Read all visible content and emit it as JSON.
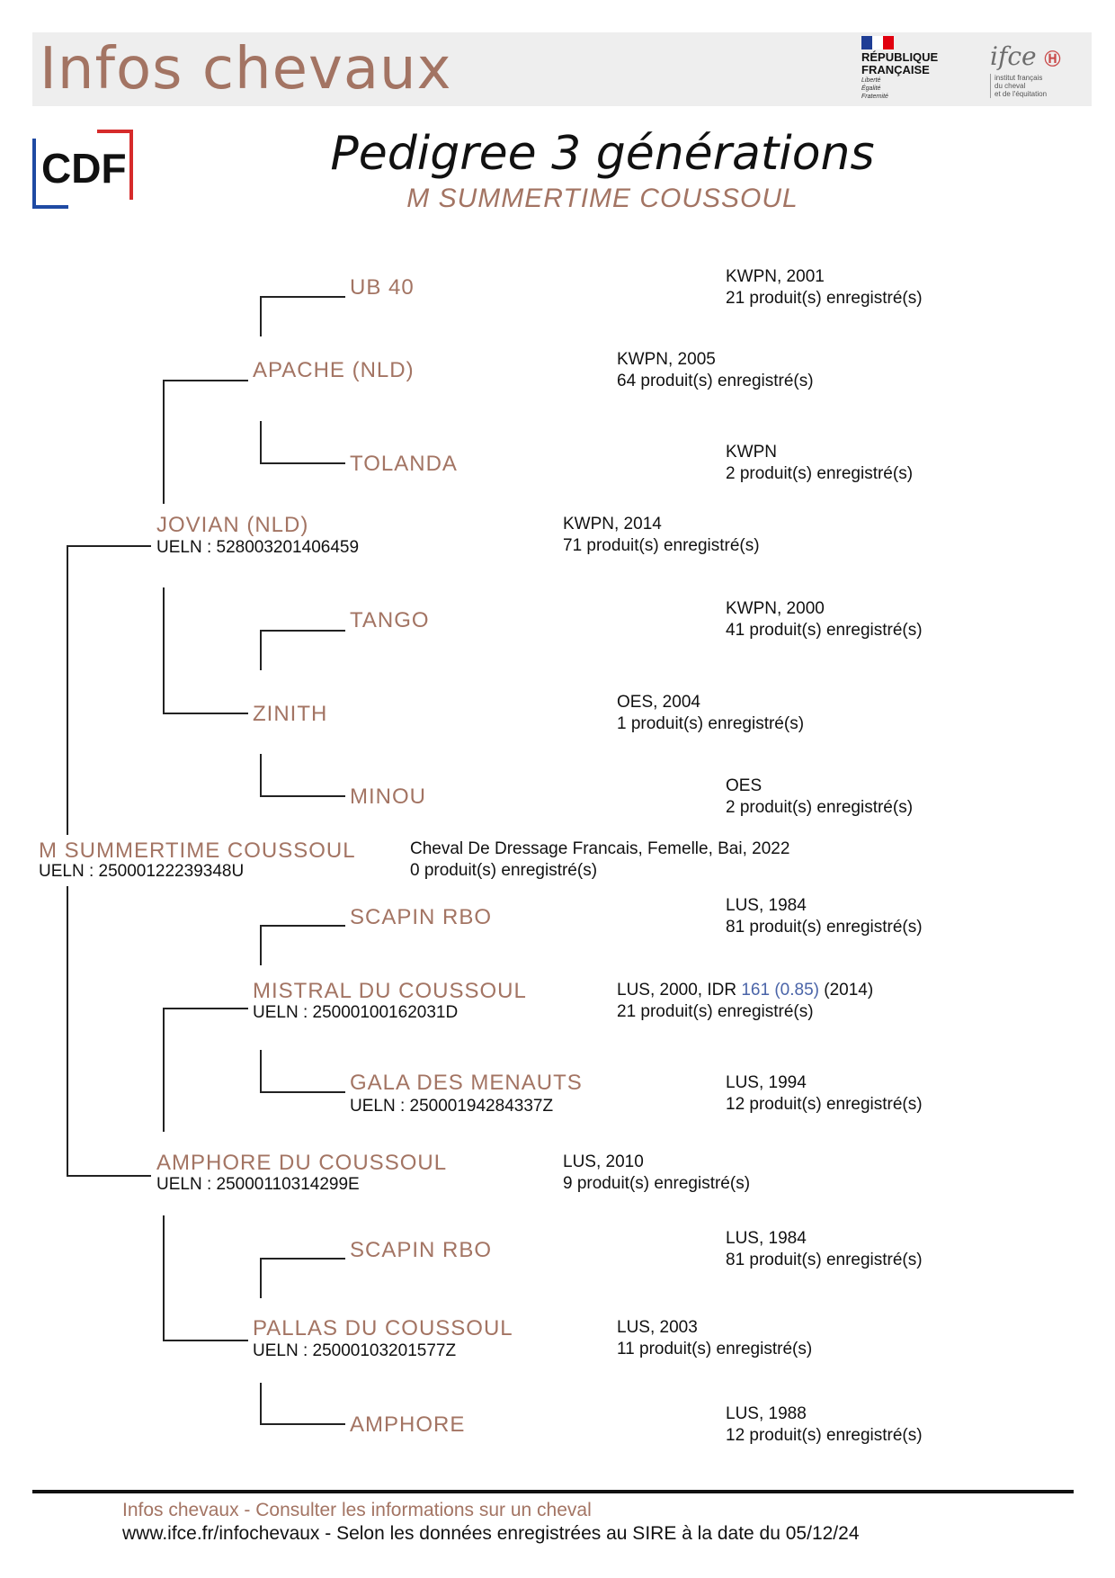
{
  "header": {
    "title": "Infos chevaux",
    "gov_logo": {
      "line1": "RÉPUBLIQUE",
      "line2": "FRANÇAISE",
      "motto": [
        "Liberté",
        "Égalité",
        "Fraternité"
      ]
    },
    "ifce_logo": {
      "mark": "ifce",
      "sub": [
        "institut français",
        "du cheval",
        "et de l'équitation"
      ]
    },
    "flag_colors": [
      "#1f3e95",
      "#ffffff",
      "#e1000f"
    ]
  },
  "cdf_logo": {
    "text": "CDF",
    "blue": "#1f4aa3",
    "red": "#d62b2b"
  },
  "title": "Pedigree 3 générations",
  "subject_name": "M SUMMERTIME COUSSOUL",
  "pedigree": {
    "subject": {
      "name": "M SUMMERTIME COUSSOUL",
      "ueln": "UELN : 25000122239348U",
      "info1": "Cheval De Dressage Francais, Femelle, Bai, 2022",
      "info2": "0 produit(s) enregistré(s)"
    },
    "sire": {
      "name": "JOVIAN (NLD)",
      "ueln": "UELN : 528003201406459",
      "info1": "KWPN, 2014",
      "info2": "71 produit(s) enregistré(s)"
    },
    "sire_sire": {
      "name": "APACHE (NLD)",
      "info1": "KWPN, 2005",
      "info2": "64 produit(s) enregistré(s)"
    },
    "sire_sire_sire": {
      "name": "UB 40",
      "info1": "KWPN, 2001",
      "info2": "21 produit(s) enregistré(s)"
    },
    "sire_sire_dam": {
      "name": "TOLANDA",
      "info1": "KWPN",
      "info2": "2 produit(s) enregistré(s)"
    },
    "sire_dam": {
      "name": "ZINITH",
      "info1": "OES, 2004",
      "info2": "1 produit(s) enregistré(s)"
    },
    "sire_dam_sire": {
      "name": "TANGO",
      "info1": "KWPN, 2000",
      "info2": "41 produit(s) enregistré(s)"
    },
    "sire_dam_dam": {
      "name": "MINOU",
      "info1": "OES",
      "info2": "2 produit(s) enregistré(s)"
    },
    "dam": {
      "name": "AMPHORE DU COUSSOUL",
      "ueln": "UELN : 25000110314299E",
      "info1": "LUS, 2010",
      "info2": "9 produit(s) enregistré(s)"
    },
    "dam_sire": {
      "name": "MISTRAL DU COUSSOUL",
      "ueln": "UELN : 25000100162031D",
      "info1_pre": "LUS, 2000, IDR ",
      "idr_value": "161",
      "idr_index": "(0.85)",
      "idr_year": " (2014)",
      "info2": "21 produit(s) enregistré(s)"
    },
    "dam_sire_sire": {
      "name": "SCAPIN RBO",
      "info1": "LUS, 1984",
      "info2": "81 produit(s) enregistré(s)"
    },
    "dam_sire_dam": {
      "name": "GALA DES MENAUTS",
      "ueln": "UELN : 25000194284337Z",
      "info1": "LUS, 1994",
      "info2": "12 produit(s) enregistré(s)"
    },
    "dam_dam": {
      "name": "PALLAS DU COUSSOUL",
      "ueln": "UELN : 25000103201577Z",
      "info1": "LUS, 2003",
      "info2": "11 produit(s) enregistré(s)"
    },
    "dam_dam_sire": {
      "name": "SCAPIN RBO",
      "info1": "LUS, 1984",
      "info2": "81 produit(s) enregistré(s)"
    },
    "dam_dam_dam": {
      "name": "AMPHORE",
      "info1": "LUS, 1988",
      "info2": "12 produit(s) enregistré(s)"
    }
  },
  "footer": {
    "line1": "Infos chevaux - Consulter les informations sur un cheval",
    "line2": "www.ifce.fr/infochevaux - Selon les données enregistrées au SIRE à la date du 05/12/24"
  },
  "colors": {
    "accent": "#a37463",
    "header_bg": "#eeeeee",
    "idr": "#4a64a8"
  }
}
